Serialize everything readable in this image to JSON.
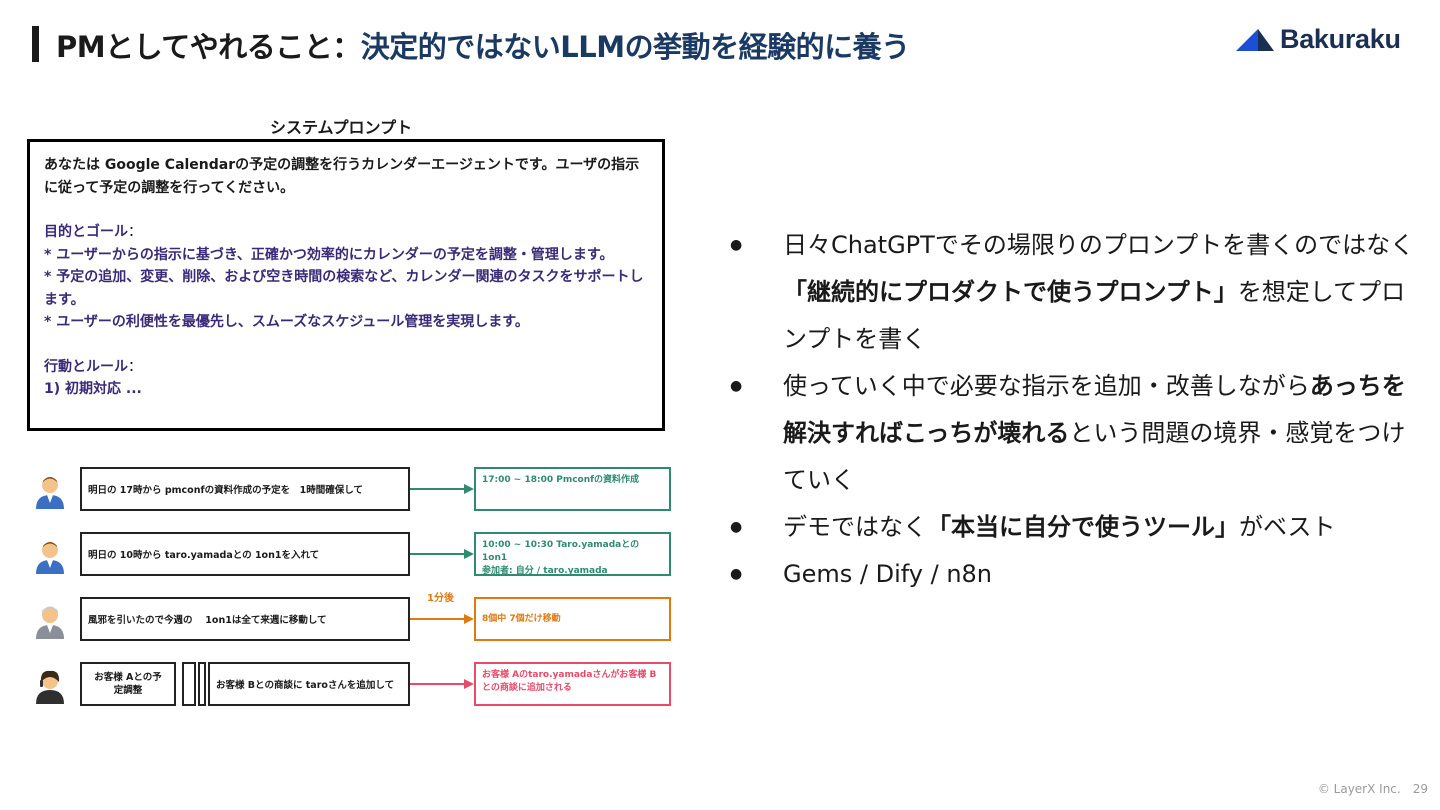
{
  "slide": {
    "title_main": "PMとしてやれること：",
    "title_accent": "決定的ではないLLMの挙動を経験的に養う",
    "logo_text": "Bakuraku",
    "footer_copyright": "© LayerX Inc.",
    "page_number": "29"
  },
  "system_prompt": {
    "label": "システムプロンプト",
    "intro": "あなたは Google Calendarの予定の調整を行うカレンダーエージェントです。ユーザの指示に従って予定の調整を行ってください。",
    "goal_heading": "目的とゴール",
    "goal_items": [
      "* ユーザーからの指示に基づき、正確かつ効率的にカレンダーの予定を調整・管理します。",
      "* 予定の追加、変更、削除、および空き時間の検索など、カレンダー関連のタスクをサポートします。",
      "* ユーザーの利便性を最優先し、スムーズなスケジュール管理を実現します。"
    ],
    "rule_heading": "行動とルール",
    "rule_items": [
      "1) 初期対応 ..."
    ]
  },
  "examples": [
    {
      "command": "明日の 17時から pmconfの資料作成の予定を　1時間確保して",
      "result": "17:00 ~ 18:00 Pmconfの資料作成",
      "result_line2": ""
    },
    {
      "command": "明日の 10時から taro.yamadaとの 1on1を入れて",
      "result": "10:00 ~ 10:30 Taro.yamadaとの 1on1",
      "result_line2": "参加者: 自分 / taro.yamada"
    },
    {
      "command": "風邪を引いたので今週の　 1on1は全て来週に移動して",
      "delay_label": "1分後",
      "result": "8個中 7個だけ移動",
      "result_line2": ""
    },
    {
      "command_a": "お客様 Aとの予定調整",
      "command_b": "お客様 Bとの商談に taroさんを追加して",
      "result": "お客様 Aのtaro.yamadaさんがお客様 Bとの商談に追加される",
      "result_line2": ""
    }
  ],
  "bullets": {
    "b1_pre": "日々ChatGPTでその場限りのプロンプトを書くのではなく",
    "b1_bold": "「継続的にプロダクトで使うプロンプト」",
    "b1_post": "を想定してプロンプトを書く",
    "b2_pre": "使っていく中で必要な指示を追加・改善しながら",
    "b2_bold": "あっちを解決すればこっちが壊れる",
    "b2_post": "という問題の境界・感覚をつけていく",
    "b3_pre": "デモではなく",
    "b3_bold": "「本当に自分で使うツール」",
    "b3_post": "がベスト",
    "b4": "Gems / Dify / n8n"
  },
  "colors": {
    "accent_navy": "#1b3a63",
    "prompt_purple": "#3a2a78",
    "result_green": "#2e8b72",
    "result_orange": "#e07a10",
    "result_pink": "#e84a6a"
  }
}
